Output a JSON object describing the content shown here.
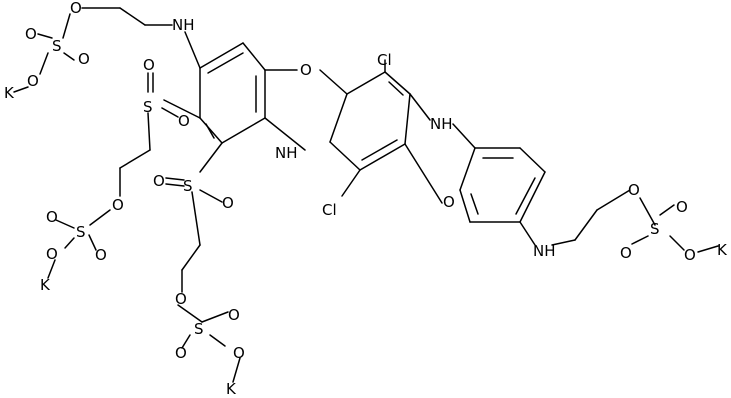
{
  "image_kind": "chemical structure diagram",
  "colors": {
    "background": "#ffffff",
    "ink": "#000000"
  },
  "atom_labels": {
    "o_ring_top": "O",
    "cl_top": "Cl",
    "nh_ring_right": "NH",
    "o_ring_right": "O",
    "cl_bottom": "Cl",
    "nh_ring_left": "NH",
    "nh_top_left": "NH",
    "o_chain_top_left": "O",
    "s_top_left": "S",
    "o1_top_left": "O",
    "o2_top_left": "O",
    "o3_top_left": "O",
    "k_top_left": "K",
    "s_sulfone_upper": "S",
    "o1_sulfone_upper": "O",
    "o2_sulfone_upper": "O",
    "o_chain_upper_left": "O",
    "s_upper_left": "S",
    "o1_upper_left": "O",
    "o2_upper_left": "O",
    "o3_upper_left": "O",
    "k_upper_left": "K",
    "s_sulfone_lower": "S",
    "o1_sulfone_lower": "O",
    "o2_sulfone_lower": "O",
    "o_chain_lower_left": "O",
    "s_lower_left": "S",
    "o1_lower_left": "O",
    "o2_lower_left": "O",
    "o3_lower_left": "O",
    "k_lower_left": "K",
    "nh_right_chain": "NH",
    "o_chain_right": "O",
    "s_right": "S",
    "o1_right": "O",
    "o2_right": "O",
    "o3_right": "O",
    "k_right": "K"
  }
}
